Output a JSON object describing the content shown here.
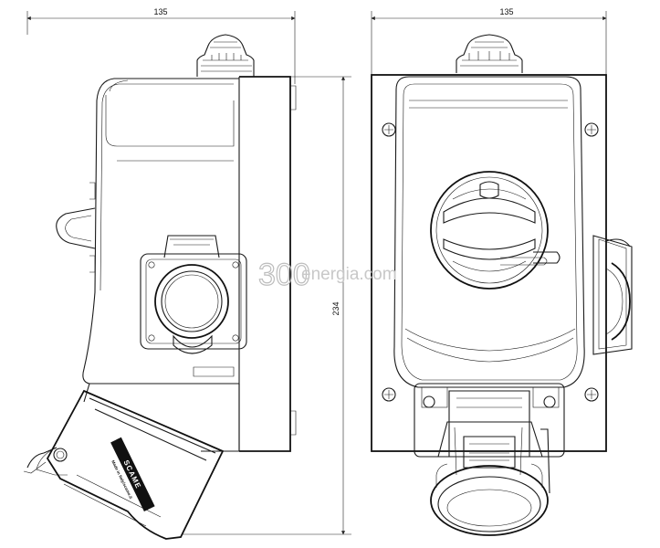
{
  "dimensions": {
    "left_width": "135",
    "right_width": "135",
    "height": "234"
  },
  "labels": {
    "brand": "SCAME",
    "made_in": "Made in Italy/scame.it",
    "watermark_number": "300",
    "watermark_domain": "energia.com"
  }
}
